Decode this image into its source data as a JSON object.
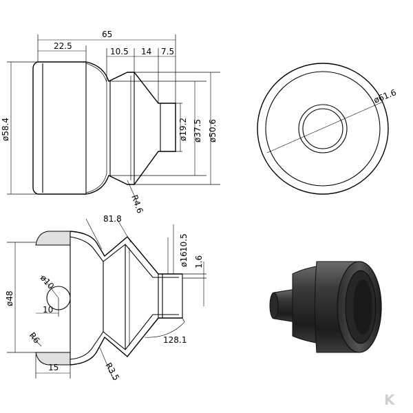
{
  "views": {
    "side_view": {
      "dims": {
        "overall_length": "65",
        "body_length": "22.5",
        "step_a": "10.5",
        "step_b": "14",
        "step_c": "7.5",
        "dia_outer": "ø58.4",
        "dia_small": "ø19.2",
        "dia_mid": "ø37.5",
        "dia_large": "ø50.6",
        "radius": "R4.6"
      }
    },
    "end_view": {
      "dims": {
        "dia_flange": "ø61.6"
      }
    },
    "section_view": {
      "dims": {
        "angle": "81.8",
        "wall_small": "10.5",
        "dia_bore": "ø16",
        "wall_thickness": "1.6",
        "dia_body": "ø48",
        "dia_hole": "ø10",
        "hole_offset": "10",
        "radius_left": "R6",
        "lip_length": "15",
        "radius_bottom": "R3.5",
        "angle_bottom": "128.1"
      }
    },
    "render_view": {
      "icon": "rubber-boot-3d-icon",
      "color": "#2b2b2b"
    }
  },
  "logo": {
    "text": "K",
    "color": "#cfcfcf"
  }
}
